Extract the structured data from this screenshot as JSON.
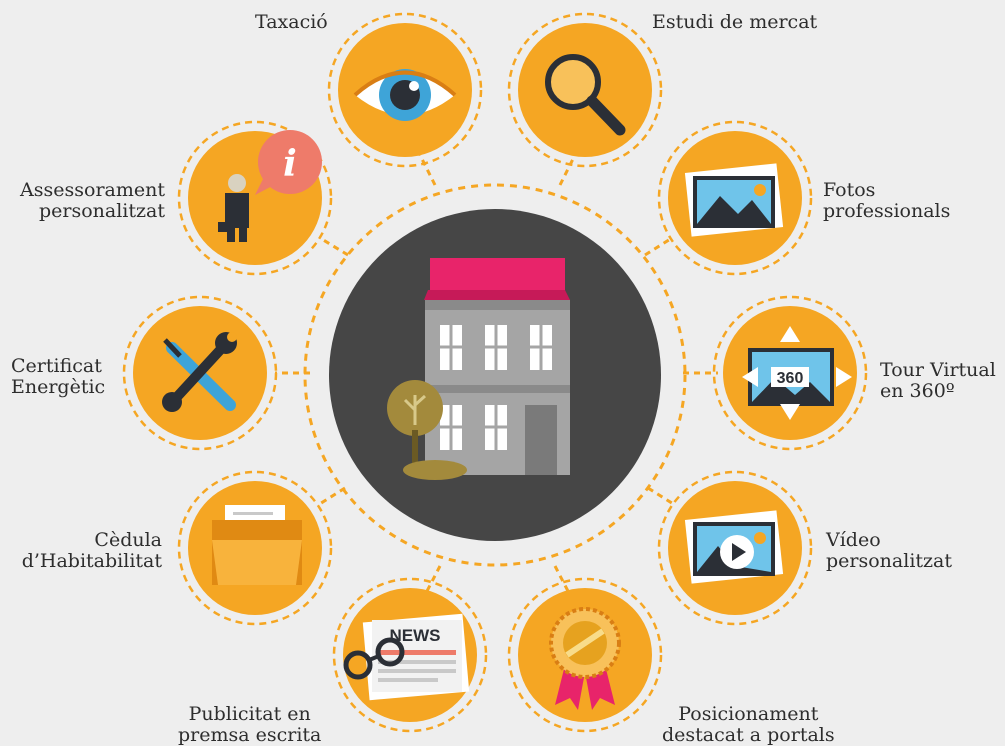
{
  "services": {
    "taxacio": [
      "Taxació"
    ],
    "estudi": [
      "Estudi de mercat"
    ],
    "assessorament": [
      "Assessorament",
      "personalitzat"
    ],
    "fotos": [
      "Fotos",
      "professionals"
    ],
    "certificat": [
      "Certificat",
      "Energètic"
    ],
    "tour": [
      "Tour Virtual",
      "en 360º"
    ],
    "cedula": [
      "Cèdula",
      "d’Habitabilitat"
    ],
    "video": [
      "Vídeo",
      "personalitzat"
    ],
    "publicitat": [
      "Publicitat en",
      "premsa escrita"
    ],
    "posicionament": [
      "Posicionament",
      "destacat a portals"
    ]
  },
  "icon_text": {
    "tour_badge": "360",
    "news_headline": "NEWS"
  },
  "colors": {
    "background": "#eeeeee",
    "node_fill": "#f5a623",
    "dash_stroke": "#f5a623",
    "hub_fill": "#464646",
    "roof": "#e8246a",
    "building": "#a5a5a5",
    "text": "#2d2d2d"
  }
}
